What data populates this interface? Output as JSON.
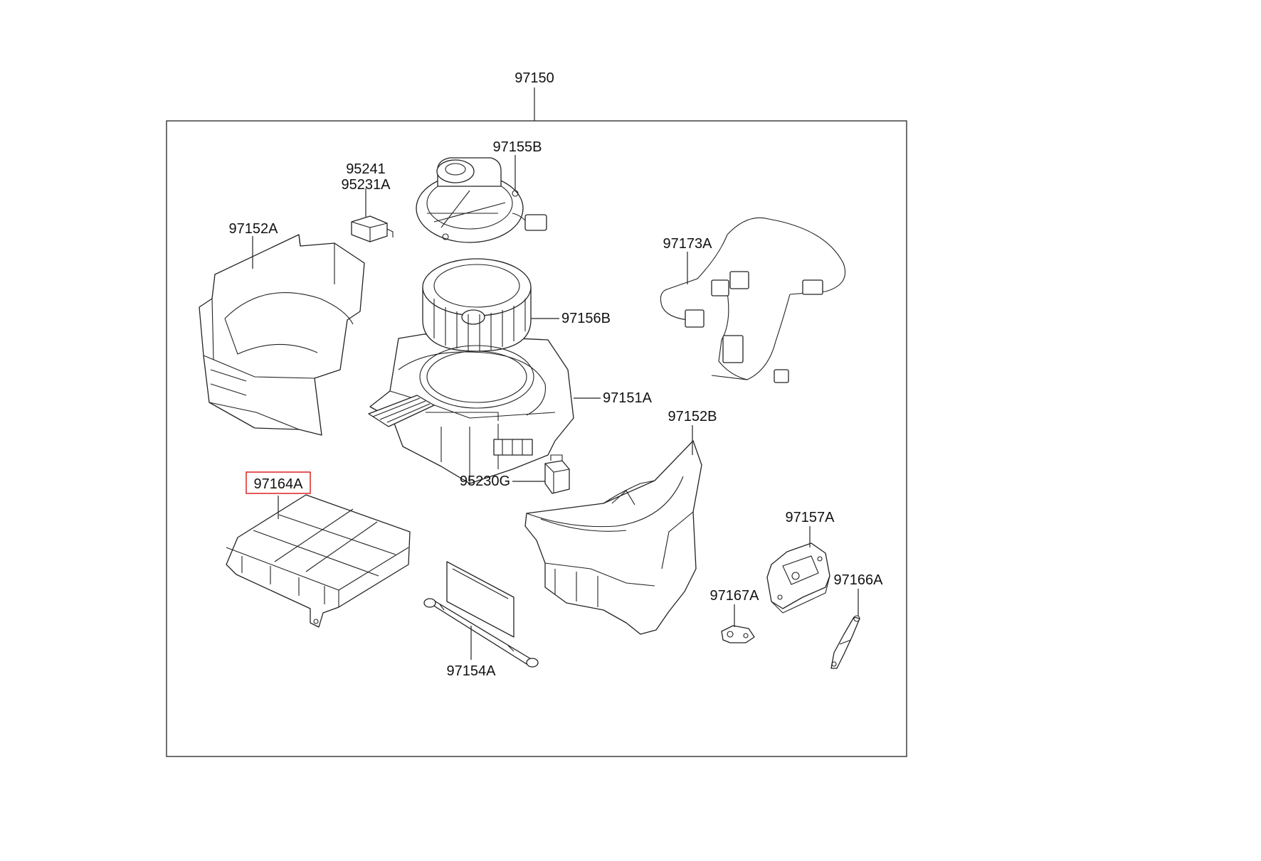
{
  "assembly": {
    "part_no": "97150"
  },
  "callouts": {
    "c97155B": "97155B",
    "c95241": "95241",
    "c95231A": "95231A",
    "c97152A": "97152A",
    "c97173A": "97173A",
    "c97156B": "97156B",
    "c97151A": "97151A",
    "c97152B": "97152B",
    "c97164A": "97164A",
    "c95230G": "95230G",
    "c97157A": "97157A",
    "c97166A": "97166A",
    "c97167A": "97167A",
    "c97154A": "97154A"
  },
  "highlight": {
    "part_no": "97164A",
    "color": "#e03030"
  },
  "colors": {
    "line": "#222222",
    "background": "#ffffff"
  }
}
